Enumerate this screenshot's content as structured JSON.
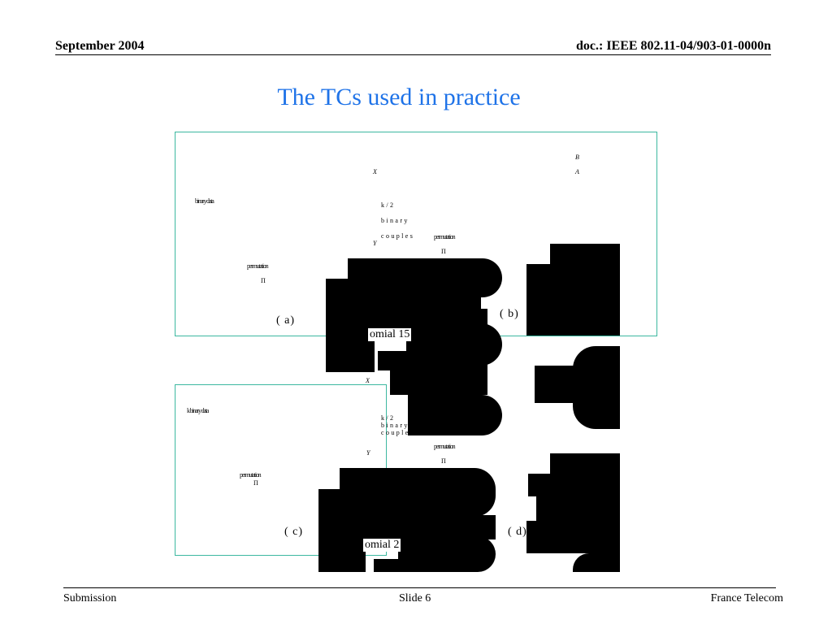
{
  "header": {
    "date": "September 2004",
    "doc_id": "doc.: IEEE 802.11-04/903-01-0000n"
  },
  "title": "The TCs used in practice",
  "figure": {
    "panel_a": {
      "label": "( a)",
      "input": "binary data",
      "perm": "permutation",
      "pi": "Π"
    },
    "panel_b": {
      "label": "( b)",
      "x": "X",
      "y": "Y",
      "couples": "k/2 binary couples",
      "perm": "permutation",
      "pi": "Π",
      "b": "B",
      "a": "A",
      "stray": "omial 15"
    },
    "panel_c": {
      "label": "( c)",
      "input": "k binary data",
      "perm": "permutation",
      "pi": "Π"
    },
    "panel_d": {
      "label": "( d)",
      "x": "X",
      "y": "Y",
      "couples": "k/2 binary couples",
      "perm": "permutation",
      "pi": "Π",
      "stray": "omial 2"
    }
  },
  "footer": {
    "left": "Submission",
    "center": "Slide 6",
    "right": "France Telecom"
  }
}
